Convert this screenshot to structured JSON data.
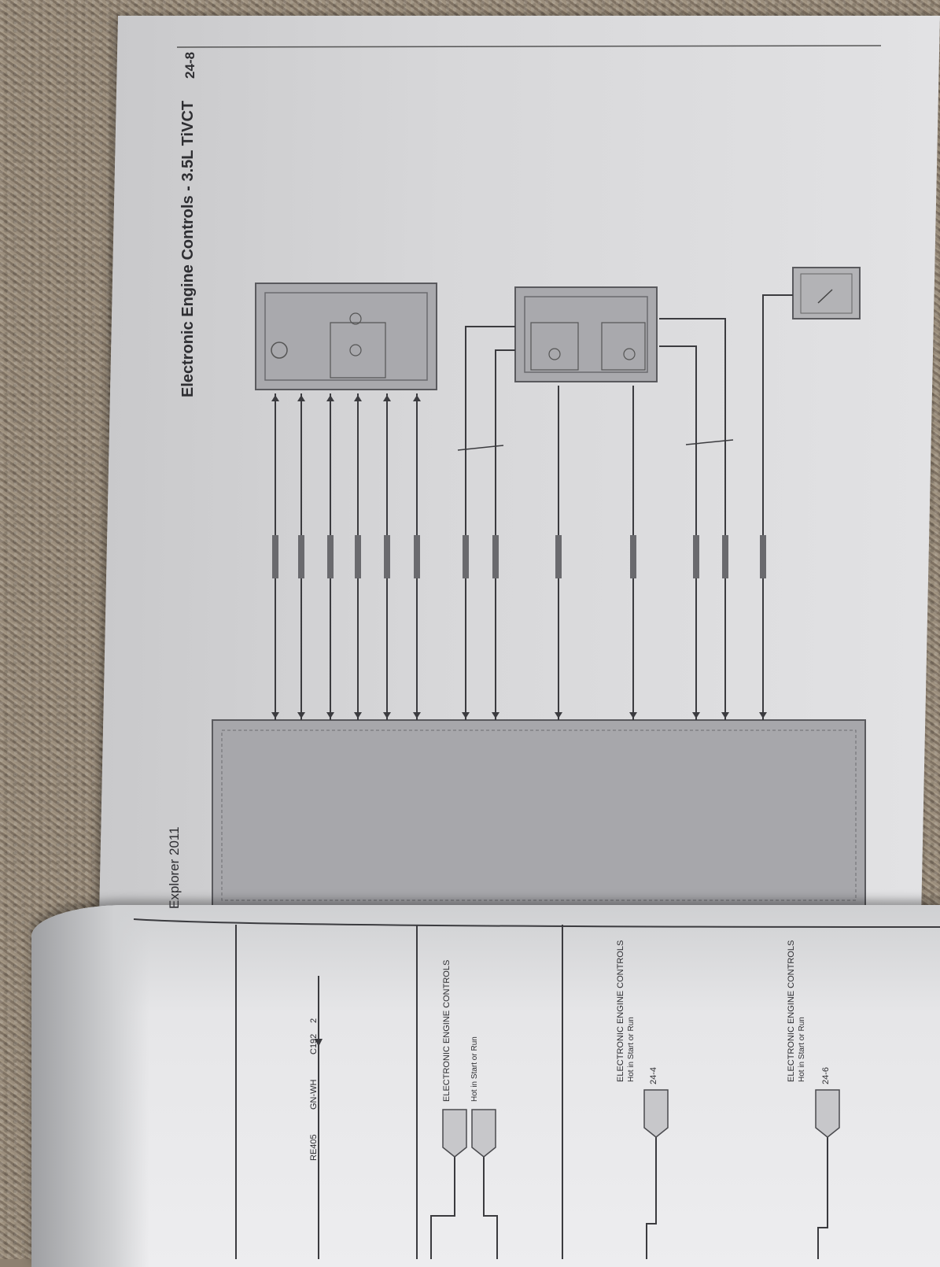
{
  "header": {
    "title": "Electronic Engine Controls - 3.5L TiVCT",
    "page_number": "24-8",
    "vehicle": "Explorer 2011"
  },
  "left_page": {
    "labels": [
      "ELECTRONIC ENGINE CONTROLS",
      "Hot in Start or Run",
      "24-4",
      "24-6"
    ],
    "connectors": [
      "C192",
      "2",
      "RE405",
      "GN-WH"
    ]
  },
  "colors": {
    "page": "#dadadc",
    "module_fill": "#a9a9ad",
    "ink": "#2e2e32",
    "carpet": "#8a7d6c"
  }
}
